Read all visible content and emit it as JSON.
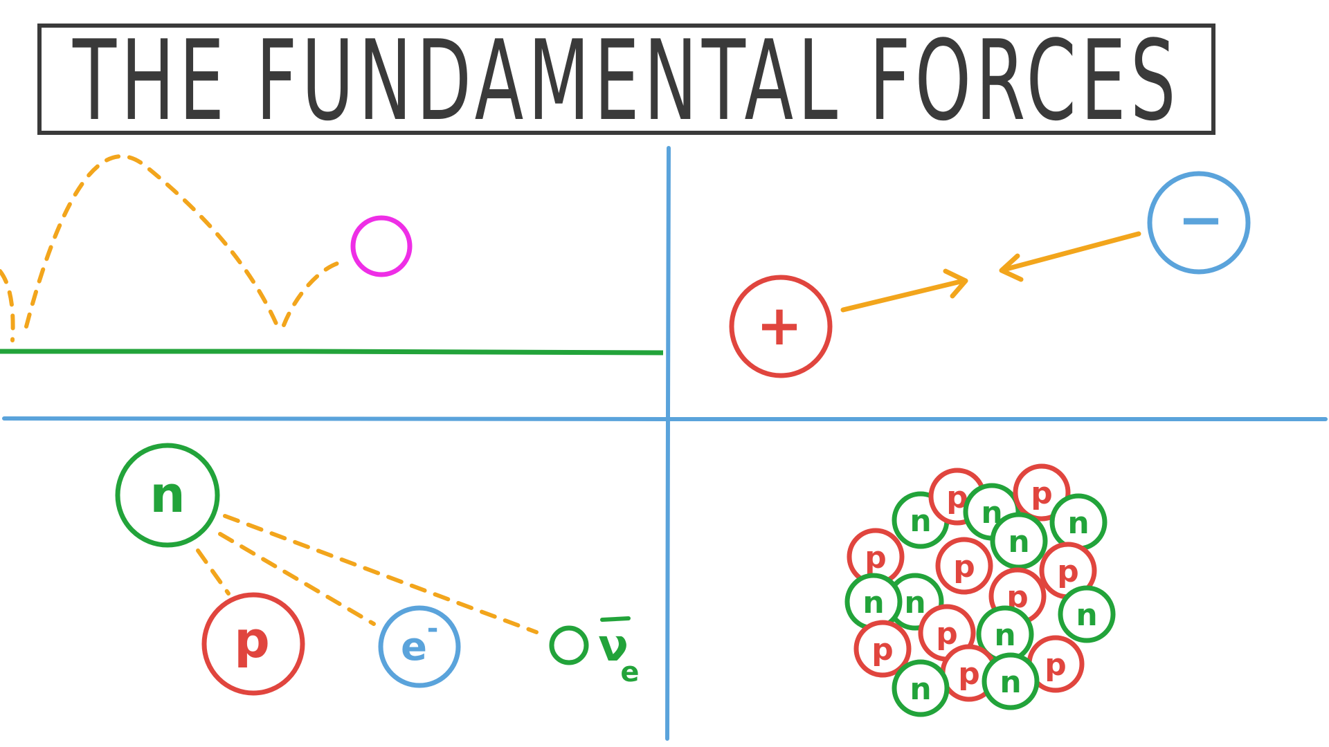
{
  "title": "THE FUNDAMENTAL FORCES",
  "colors": {
    "ink": "#3a3a3a",
    "divider": "#5aa3db",
    "ground": "#22a33a",
    "trajectory": "#f2a51c",
    "ball": "#ee2ee6",
    "positive": "#e0453e",
    "negative": "#5aa3db",
    "arrow": "#f2a51c",
    "neutron": "#22a33a",
    "proton": "#e0453e",
    "electron": "#5aa3db",
    "neutrino": "#22a33a",
    "decay_line": "#f2a51c"
  },
  "electromagnetic": {
    "positive_symbol": "+",
    "negative_symbol": "−"
  },
  "weak": {
    "neutron_label": "n",
    "proton_label": "p",
    "electron_label": "e",
    "electron_sup": "-",
    "neutrino_label": "ν",
    "neutrino_sub": "e"
  },
  "strong": {
    "proton_label": "p",
    "neutron_label": "n"
  }
}
